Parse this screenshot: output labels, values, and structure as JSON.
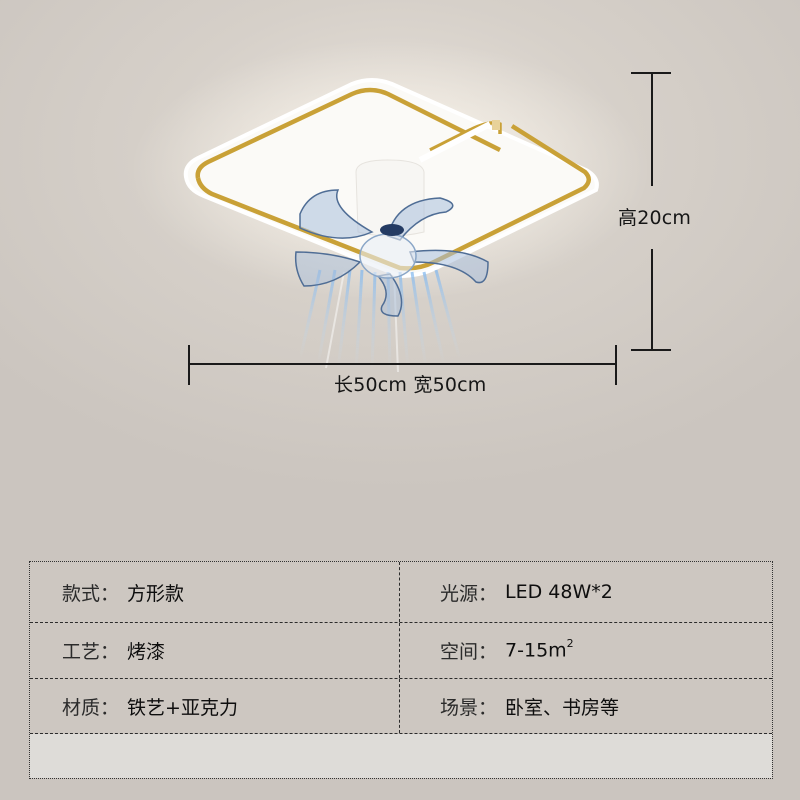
{
  "product_image": {
    "description": "square gold-trimmed LED ceiling light with transparent blue 5-blade fan",
    "colors": {
      "trim_gold": "#c9a137",
      "panel_white": "#f5f3ef",
      "blade_blue": "#7f9fc4",
      "airflow_blue": "#8fc1ef",
      "background": "#cfc9c3"
    }
  },
  "dimensions": {
    "width_length_label": "长50cm 宽50cm",
    "height_label": "高20cm"
  },
  "specs": {
    "rows": [
      {
        "left_label": "款式",
        "left_value": "方形款",
        "right_label": "光源",
        "right_value": "LED 48W*2"
      },
      {
        "left_label": "工艺",
        "left_value": "烤漆",
        "right_label": "空间",
        "right_value": "7-15m",
        "right_value_sup": "2"
      },
      {
        "left_label": "材质",
        "left_value": "铁艺+亚克力",
        "right_label": "场景",
        "right_value": "卧室、书房等"
      }
    ],
    "colon": "："
  }
}
